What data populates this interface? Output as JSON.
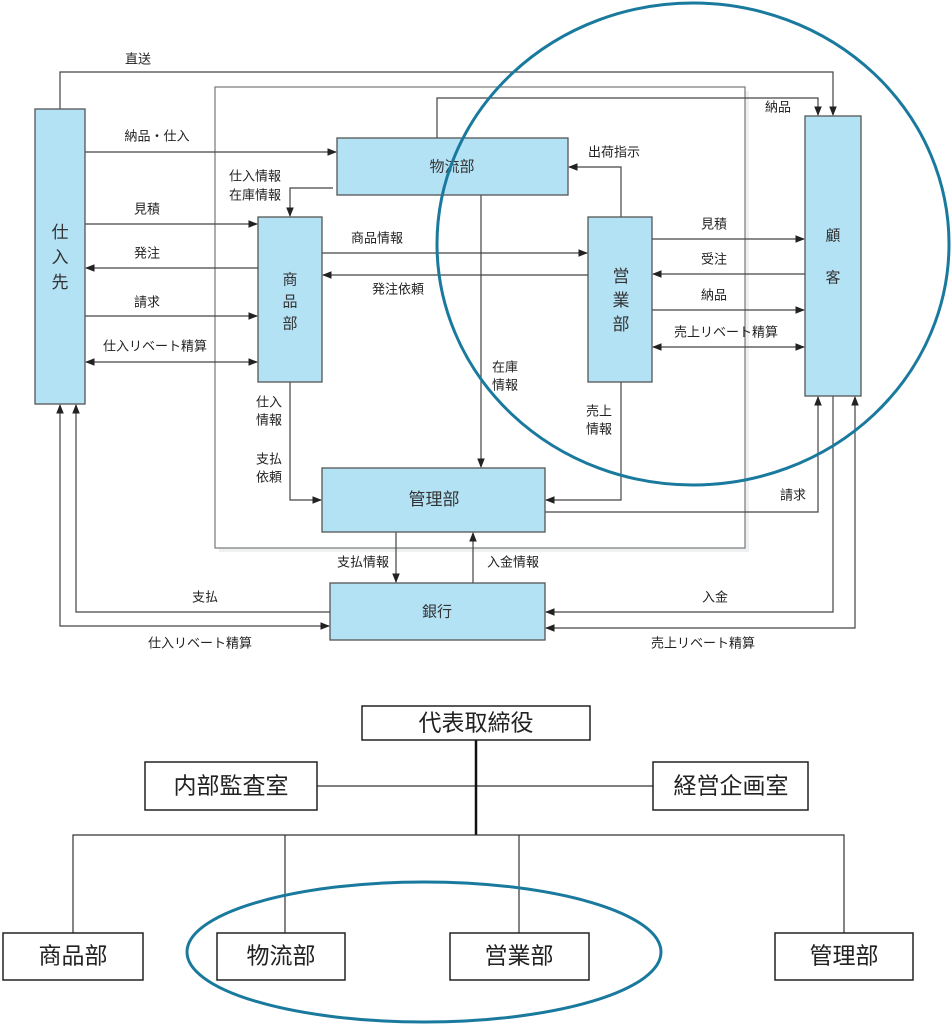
{
  "colors": {
    "box_fill": "#b3e2f5",
    "highlight": "#1a7a9e"
  },
  "flow": {
    "nodes": {
      "supplier": [
        "仕",
        "入",
        "先"
      ],
      "logistics": "物流部",
      "merch": [
        "商",
        "品",
        "部"
      ],
      "sales": [
        "営",
        "業",
        "部"
      ],
      "customer": [
        "顧",
        "客"
      ],
      "admin": "管理部",
      "bank": "銀行"
    },
    "labels": {
      "direct": "直送",
      "delivery_purchase": "納品・仕入",
      "purchase_info_1": "仕入情報",
      "stock_info_1": "在庫情報",
      "quote": "見積",
      "order": "発注",
      "invoice": "請求",
      "purchase_rebate": "仕入リベート精算",
      "product_info": "商品情報",
      "order_request": "発注依頼",
      "ship_instruction": "出荷指示",
      "delivery": "納品",
      "stock_a": "在庫",
      "stock_b": "情報",
      "purch_a": "仕入",
      "purch_b": "情報",
      "pay_a": "支払",
      "pay_b": "依頼",
      "sales_a": "売上",
      "sales_b": "情報",
      "cust_quote": "見積",
      "cust_order": "受注",
      "cust_delivery": "納品",
      "sales_rebate": "売上リベート精算",
      "cust_invoice": "請求",
      "deposit": "入金",
      "payment_info": "支払情報",
      "deposit_info": "入金情報",
      "payment": "支払",
      "bottom_purchase_rebate": "仕入リベート精算",
      "bottom_sales_rebate": "売上リベート精算"
    }
  },
  "org": {
    "ceo": "代表取締役",
    "audit": "内部監査室",
    "planning": "経営企画室",
    "merch": "商品部",
    "logistics": "物流部",
    "sales": "営業部",
    "admin": "管理部"
  }
}
